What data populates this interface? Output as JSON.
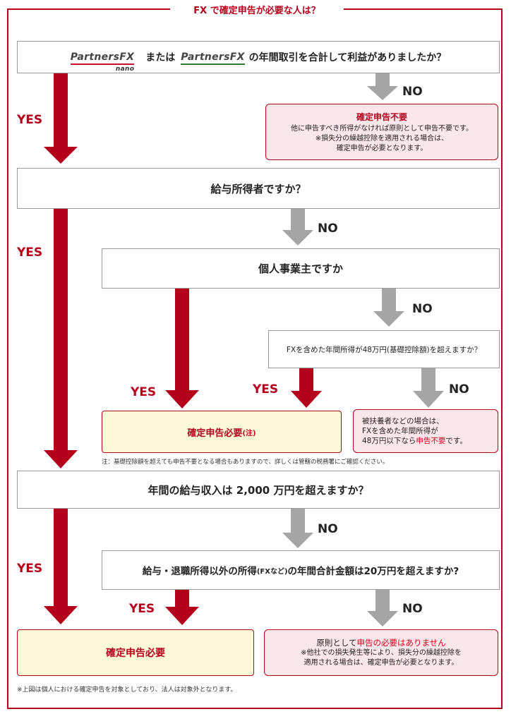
{
  "title": "FX で確定申告が必要な人は？",
  "q1": {
    "logo_nano": "PartnersFX",
    "logo_nano_sub": "nano",
    "connector": "または",
    "logo_fx": "PartnersFX",
    "question": "の年間取引を合計して利益がありましたか？"
  },
  "q2": "給与所得者ですか？",
  "q3": "個人事業主ですか",
  "q4": "FXを含めた年間所得が48万円(基礎控除額)を超えますか？",
  "q5": "年間の給与収入は 2,000 万円を超えますか？",
  "q6": {
    "part1": "給与・退職所得以外の所得",
    "part2": "(FXなど)",
    "part3": "の年間合計金額は20万円を超えますか?"
  },
  "result_no_filing": {
    "title": "確定申告不要",
    "line1": "他に申告すべき所得がなければ原則として申告不要です。",
    "line2": "※損失分の繰越控除を適用される場合は、",
    "line3": "確定申告が必要となります。"
  },
  "result_required_note": {
    "text": "確定申告必要",
    "note_mark": "(注)"
  },
  "result_dependent": {
    "line1": "被扶養者などの場合は、",
    "line2": "FXを含めた年間所得が",
    "line3_prefix": "48万円以下なら",
    "line3_red": "申告不要",
    "line3_suffix": "です。"
  },
  "note": "注：基礎控除額を超えても申告不要となる場合もありますので、詳しくは管轄の税務署にご確認ください。",
  "result_required_final": "確定申告必要",
  "result_final_no": {
    "prefix": "原則として",
    "red": "申告の必要はありません",
    "line2": "※他社での損失発生等により、損失分の繰越控除を",
    "line3": "適用される場合は、確定申告が必要となります。"
  },
  "footnote": "※上図は個人における確定申告を対象としており、法人は対象外となります。",
  "labels": {
    "yes": "YES",
    "no": "NO"
  },
  "colors": {
    "red": "#b5001c",
    "gray": "#a5a5a5",
    "pink_bg": "#fbe6ea",
    "yellow_bg": "#fdf8d8"
  }
}
